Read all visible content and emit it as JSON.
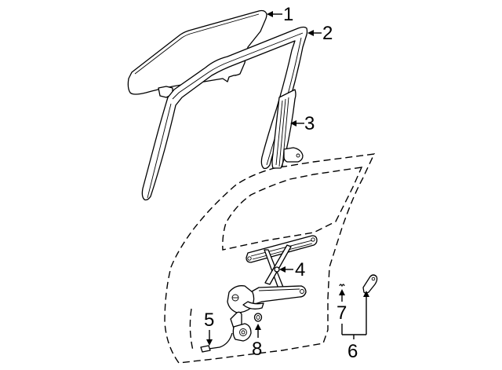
{
  "diagram": {
    "type": "exploded-parts-diagram",
    "subject": "Front door window glass & regulator",
    "parts": [
      {
        "number": "1",
        "label": "1",
        "description": "door glass"
      },
      {
        "number": "2",
        "label": "2",
        "description": "glass run channel"
      },
      {
        "number": "3",
        "label": "3",
        "description": "rear channel"
      },
      {
        "number": "4",
        "label": "4",
        "description": "window regulator"
      },
      {
        "number": "5",
        "label": "5",
        "description": "regulator motor"
      },
      {
        "number": "6",
        "label": "6",
        "description": "door handle bracket group"
      },
      {
        "number": "7",
        "label": "7",
        "description": "clip"
      },
      {
        "number": "8",
        "label": "8",
        "description": "washer"
      }
    ]
  }
}
